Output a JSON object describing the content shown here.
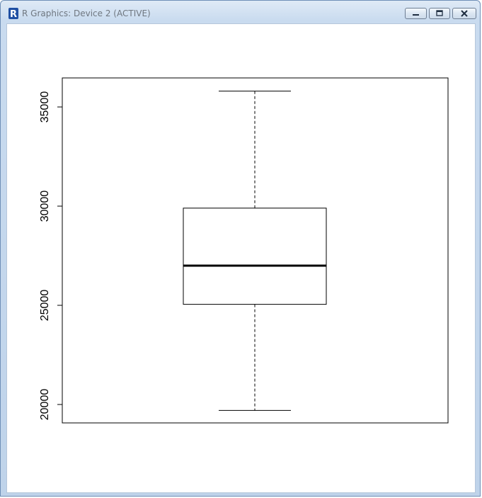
{
  "window": {
    "title": "R Graphics: Device 2 (ACTIVE)",
    "app_icon": "r-logo-icon",
    "controls": [
      {
        "name": "minimize-button",
        "icon": "minimize-icon"
      },
      {
        "name": "restore-button",
        "icon": "restore-icon"
      },
      {
        "name": "close-button",
        "icon": "close-icon"
      }
    ]
  },
  "chart_data": {
    "type": "boxplot",
    "title": "",
    "xlabel": "",
    "ylabel": "",
    "ylim": [
      19000,
      36500
    ],
    "yticks": [
      20000,
      25000,
      30000,
      35000
    ],
    "ytick_labels": [
      "20000",
      "25000",
      "30000",
      "35000"
    ],
    "box": {
      "whisker_low": 19700,
      "q1": 25050,
      "median": 27000,
      "q3": 29900,
      "whisker_high": 35800
    },
    "grid": false,
    "legend": "none"
  }
}
